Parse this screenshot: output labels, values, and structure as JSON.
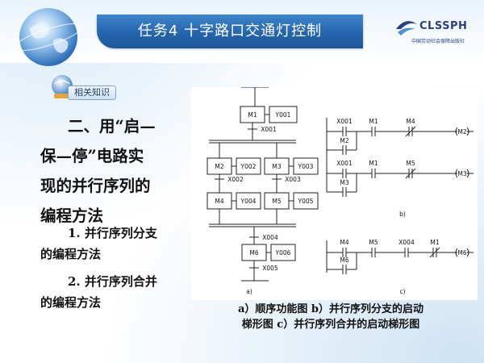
{
  "header": {
    "title": "任务4  十字路口交通灯控制",
    "logo_text": "CLSSPH",
    "logo_subtext": "中国劳动社会保障出版社"
  },
  "section_label": "相关知识",
  "heading": {
    "line1": "二、用“启—",
    "line2": "保—停”电路实",
    "line3": "现的并行序列的",
    "line4": "编程方法"
  },
  "items": [
    {
      "line1": "1. 并行序列分支",
      "line2": "的编程方法"
    },
    {
      "line1": "2. 并行序列合并",
      "line2": "的编程方法"
    }
  ],
  "figure": {
    "sfc": {
      "steps": [
        "M1",
        "M2",
        "M3",
        "M4",
        "M5",
        "M6"
      ],
      "actions": [
        "Y001",
        "Y002",
        "Y003",
        "Y004",
        "Y005",
        "Y006"
      ],
      "transitions": [
        "X001",
        "X002",
        "X003",
        "X004",
        "X005"
      ],
      "label": "a)"
    },
    "ladder_b": {
      "contacts": [
        "X001",
        "M1",
        "M4",
        "M2",
        "X001",
        "M1",
        "M5",
        "M3"
      ],
      "coils": [
        "M2",
        "M3"
      ],
      "label": "b)"
    },
    "ladder_c": {
      "contacts": [
        "M4",
        "M5",
        "X004",
        "M1",
        "M6"
      ],
      "coil": "M6",
      "label": "c)"
    }
  },
  "caption": {
    "line1": "a）顺序功能图 b）并行序列分支的启动",
    "line2": "梯形图 c）并行序列合并的启动梯形图"
  },
  "colors": {
    "title_bar": "#2565ad",
    "logo": "#2a3f86"
  }
}
